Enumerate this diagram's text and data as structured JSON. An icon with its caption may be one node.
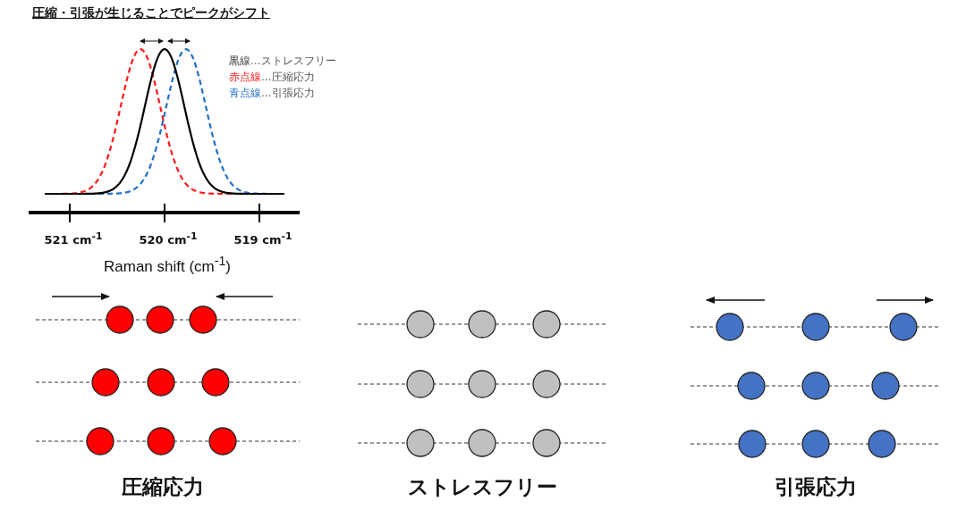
{
  "diagram": {
    "title": "圧縮・引張が生じることでピークがシフト",
    "labels": [
      "521 cm$^{-1}$",
      "520 cm$^{-1}$",
      "519 cm$^{-1}$",
      "Raman shift (cm$^{-1}$)",
      "圧縮応力",
      "ストレスフリー",
      "引張応力"
    ],
    "legend": [
      {
        "text": "黒線…ストレスフリー"
      },
      {
        "text": "赤点線…圧縮応力"
      },
      {
        "text": "青点線…引張応力"
      }
    ]
  }
}
